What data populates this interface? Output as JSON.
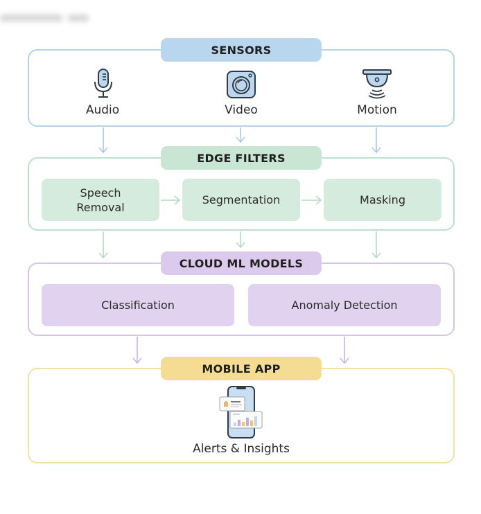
{
  "diagram": {
    "sections": [
      {
        "id": "sensors",
        "title": "SENSORS",
        "color": "#b8d6ee",
        "border": "#b4d2e6",
        "items": [
          {
            "label": "Audio",
            "icon": "microphone-icon"
          },
          {
            "label": "Video",
            "icon": "camera-icon"
          },
          {
            "label": "Motion",
            "icon": "motion-sensor-icon"
          }
        ]
      },
      {
        "id": "edge",
        "title": "EDGE FILTERS",
        "color": "#c9e6d5",
        "border": "#bfdfcc",
        "items": [
          {
            "label": "Speech\nRemoval"
          },
          {
            "label": "Segmentation"
          },
          {
            "label": "Masking"
          }
        ]
      },
      {
        "id": "cloud",
        "title": "CLOUD ML MODELS",
        "color": "#dccaec",
        "border": "#d6c4e6",
        "items": [
          {
            "label": "Classification"
          },
          {
            "label": "Anomaly Detection"
          }
        ]
      },
      {
        "id": "mobile",
        "title": "MOBILE APP",
        "color": "#f4dd93",
        "border": "#efe2a8",
        "items": [
          {
            "label": "Alerts & Insights",
            "icon": "mobile-phone-icon"
          }
        ]
      }
    ]
  }
}
